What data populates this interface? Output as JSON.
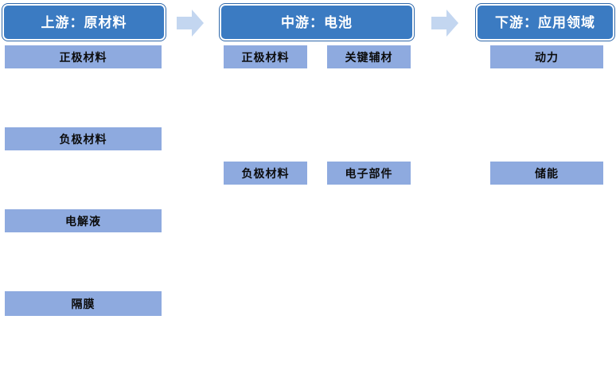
{
  "diagram": {
    "title": "",
    "colors": {
      "header_fill": "#3b7bc2",
      "header_border": "#ffffff",
      "node_fill": "#8eaadf",
      "arrow_fill": "#c3d6f0",
      "background": "#ffffff",
      "header_text": "#ffffff",
      "node_text": "#0c0c0c"
    },
    "stages": [
      {
        "id": "upstream",
        "header": "上游：原材料",
        "nodes": [
          {
            "label": "正极材料"
          },
          {
            "label": "负极材料"
          },
          {
            "label": "电解液"
          },
          {
            "label": "隔膜"
          }
        ]
      },
      {
        "id": "midstream",
        "header": "中游：电池",
        "nodes": [
          {
            "label": "正极材料"
          },
          {
            "label": "关键辅材"
          },
          {
            "label": "负极材料"
          },
          {
            "label": "电子部件"
          }
        ]
      },
      {
        "id": "downstream",
        "header": "下游：应用领域",
        "nodes": [
          {
            "label": "动力"
          },
          {
            "label": "储能"
          }
        ]
      }
    ],
    "arrows": [
      {
        "id": "arrow-upstream-to-midstream",
        "name": "right-arrow-icon"
      },
      {
        "id": "arrow-midstream-to-downstream",
        "name": "right-arrow-icon"
      }
    ]
  }
}
